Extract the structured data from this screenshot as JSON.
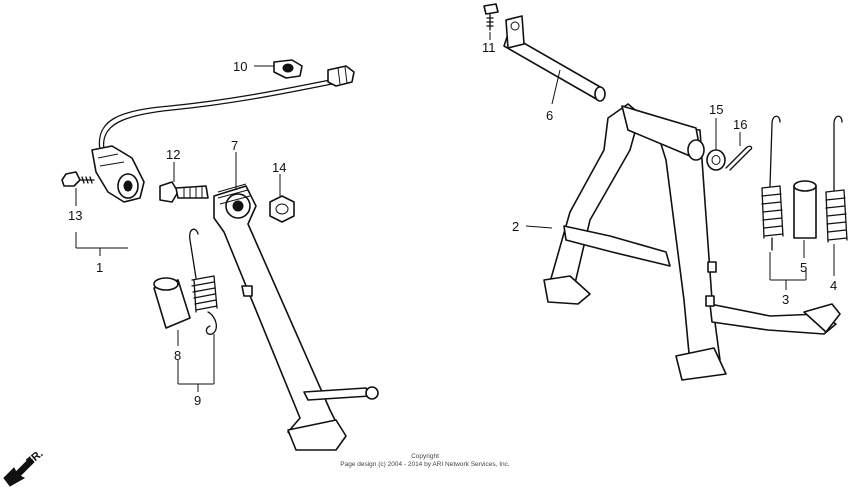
{
  "callouts": [
    {
      "id": "c1",
      "text": "1"
    },
    {
      "id": "c2",
      "text": "2"
    },
    {
      "id": "c3",
      "text": "3"
    },
    {
      "id": "c4",
      "text": "4"
    },
    {
      "id": "c5",
      "text": "5"
    },
    {
      "id": "c6",
      "text": "6"
    },
    {
      "id": "c7",
      "text": "7"
    },
    {
      "id": "c8",
      "text": "8"
    },
    {
      "id": "c9",
      "text": "9"
    },
    {
      "id": "c10",
      "text": "10"
    },
    {
      "id": "c11",
      "text": "11"
    },
    {
      "id": "c12",
      "text": "12"
    },
    {
      "id": "c13",
      "text": "13"
    },
    {
      "id": "c14",
      "text": "14"
    },
    {
      "id": "c15",
      "text": "15"
    },
    {
      "id": "c16",
      "text": "16"
    }
  ],
  "copyright": {
    "line1": "Copyright",
    "line2": "Page design (c) 2004 - 2014 by ARI Network Services, Inc."
  },
  "direction": {
    "text": "FR."
  }
}
